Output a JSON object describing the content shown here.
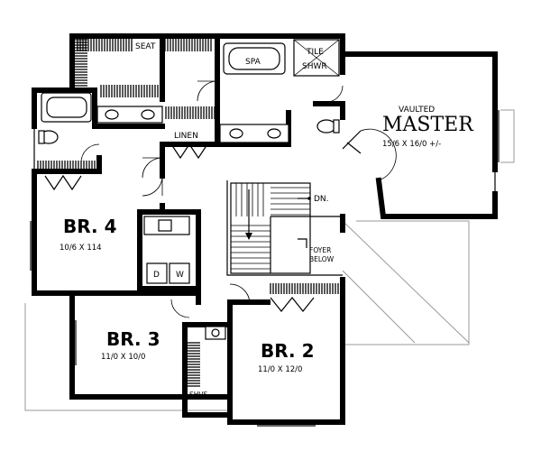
{
  "labels": {
    "seat": "SEAT",
    "spa": "SPA",
    "tile_shower_1": "TILE",
    "tile_shower_2": "SHWR",
    "linen": "LINEN",
    "master_vaulted": "VAULTED",
    "master_name": "MASTER",
    "master_size": "15/6 X 16/0 +/-",
    "down": "DN.",
    "foyer_1": "FOYER",
    "foyer_2": "BELOW",
    "br4_name": "BR. 4",
    "br4_size": "10/6 X 114",
    "br3_name": "BR. 3",
    "br3_size": "11/0 X 10/0",
    "br2_name": "BR. 2",
    "br2_size": "11/0 X 12/0",
    "washer": "W",
    "dryer": "D",
    "shelves": "SHVS"
  }
}
